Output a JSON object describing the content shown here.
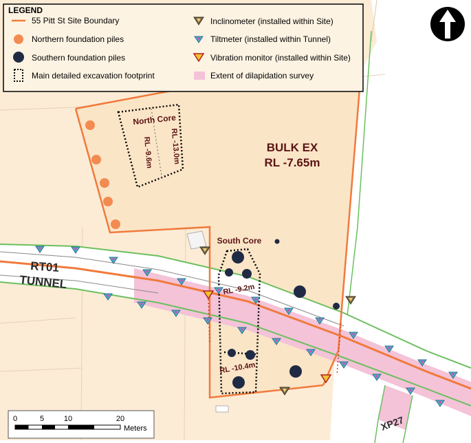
{
  "legend": {
    "title": "LEGEND",
    "items": [
      {
        "label": "55 Pitt St Site Boundary",
        "icon": "orange-line-icon"
      },
      {
        "label": "Northern foundation piles",
        "icon": "orange-dot-icon"
      },
      {
        "label": "Southern foundation piles",
        "icon": "navy-dot-icon"
      },
      {
        "label": "Main detailed excavation footprint",
        "icon": "dotted-rect-icon"
      },
      {
        "label": "Inclinometer (installed within Site)",
        "icon": "inclinometer-triangle-icon"
      },
      {
        "label": "Tiltmeter (installed within Tunnel)",
        "icon": "tiltmeter-triangle-icon"
      },
      {
        "label": "Vibration monitor (installed within Site)",
        "icon": "vibration-triangle-icon"
      },
      {
        "label": "Extent of dilapidation survey",
        "icon": "pink-swatch-icon"
      }
    ]
  },
  "map_labels": {
    "north_core": "North Core",
    "rl_north_left": "RL -9.6m",
    "rl_north_right": "RL -13.0m",
    "bulk_ex_line1": "BULK EX",
    "bulk_ex_line2": "RL -7.65m",
    "south_core": "South Core",
    "rl_south_upper": "RL -9.2m",
    "rl_south_lower": "RL -10.4m",
    "tunnel_line1": "RT01",
    "tunnel_line2": "TUNNEL",
    "xp": "XP27"
  },
  "scale_bar": {
    "ticks": [
      "0",
      "5",
      "10",
      "20"
    ],
    "unit": "Meters"
  },
  "north_arrow": {
    "icon": "north-arrow-icon"
  },
  "colors": {
    "site_boundary": "#f07a3c",
    "northern_piles": "#f28b50",
    "southern_piles": "#1f2a44",
    "dilapidation": "#f4c3d8",
    "site_fill": "#fcecd6",
    "inclinometer": "#7a6a4f",
    "tiltmeter": "#4ab0d0",
    "vibration": "#f2c230",
    "tunnel_edge": "#6bbf5e",
    "label_text": "#5a1414"
  }
}
